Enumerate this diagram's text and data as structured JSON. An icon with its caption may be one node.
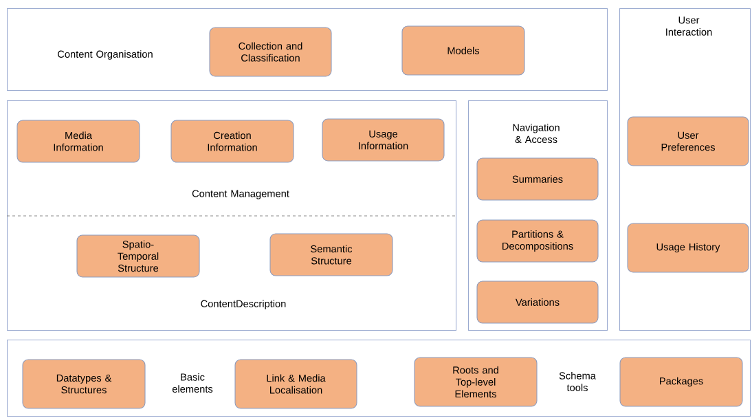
{
  "diagram": {
    "nodes": [
      {
        "text": [
          "Content Organisation"
        ]
      },
      {
        "text": [
          "Collection and Classification"
        ],
        "in": 0
      },
      {
        "text": [
          "Models"
        ],
        "in": 0
      },
      {
        "text": [
          "Content Management",
          "ContentDescription"
        ]
      },
      {
        "text": [
          "Media Information"
        ],
        "in": 3
      },
      {
        "text": [
          "Creation Information"
        ],
        "in": 3
      },
      {
        "text": [
          "Usage Information"
        ],
        "in": 3
      },
      {
        "text": [
          "Spatio-Temporal Structure"
        ],
        "in": 3
      },
      {
        "text": [
          "Semantic Structure"
        ],
        "in": 3
      },
      {
        "text": [
          "Navigation & Access"
        ]
      },
      {
        "text": [
          "Summaries"
        ],
        "in": 9
      },
      {
        "text": [
          "Partitions & Decompositions"
        ],
        "in": 9
      },
      {
        "text": [
          "Variations"
        ],
        "in": 9
      },
      {
        "text": [
          "User Interaction"
        ]
      },
      {
        "text": [
          "User Preferences"
        ],
        "in": 13
      },
      {
        "text": [
          "Usage History"
        ],
        "in": 13
      },
      {
        "text": [
          "Basic elements",
          "Schema tools"
        ]
      },
      {
        "text": [
          "Datatypes & Structures"
        ],
        "in": 16
      },
      {
        "text": [
          "Link & Media Localisation"
        ],
        "in": 16
      },
      {
        "text": [
          "Roots and Top-level Elements"
        ],
        "in": 16
      },
      {
        "text": [
          "Packages"
        ],
        "in": 16
      }
    ]
  }
}
